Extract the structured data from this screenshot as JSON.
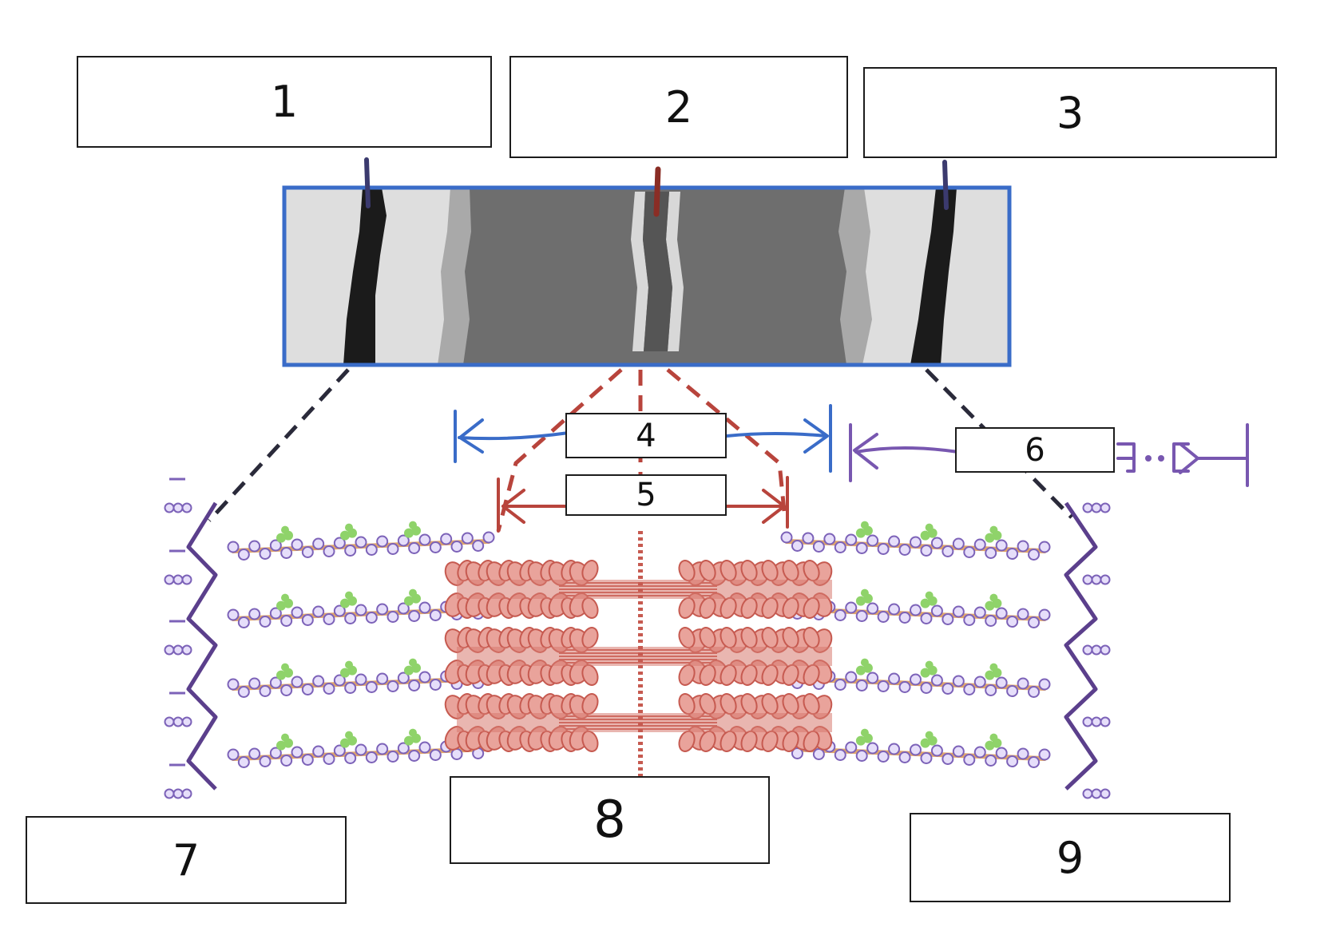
{
  "labels": {
    "l1": "1",
    "l2": "2",
    "l3": "3",
    "l4": "4",
    "l5": "5",
    "l6": "6",
    "l7": "7",
    "l8": "8",
    "l9": "9"
  },
  "colors": {
    "frame": "#3a6cc8",
    "z_line": "#1b1b1b",
    "i_band": "#dedede",
    "a_band_edge": "#a9a9a9",
    "a_band": "#6e6e6e",
    "h_zone": "#d8d8d8",
    "m_line": "#555555",
    "myosin": "#c65a50",
    "actin": "#7c62b8",
    "tropomyosin": "#e0a56a",
    "troponin": "#8fd36a",
    "z_disc": "#5b3f8c",
    "arrow_blue": "#3a6cc8",
    "arrow_red": "#b8443c",
    "arrow_purple": "#7857b0",
    "dashed_dark": "#2a2a3a"
  }
}
